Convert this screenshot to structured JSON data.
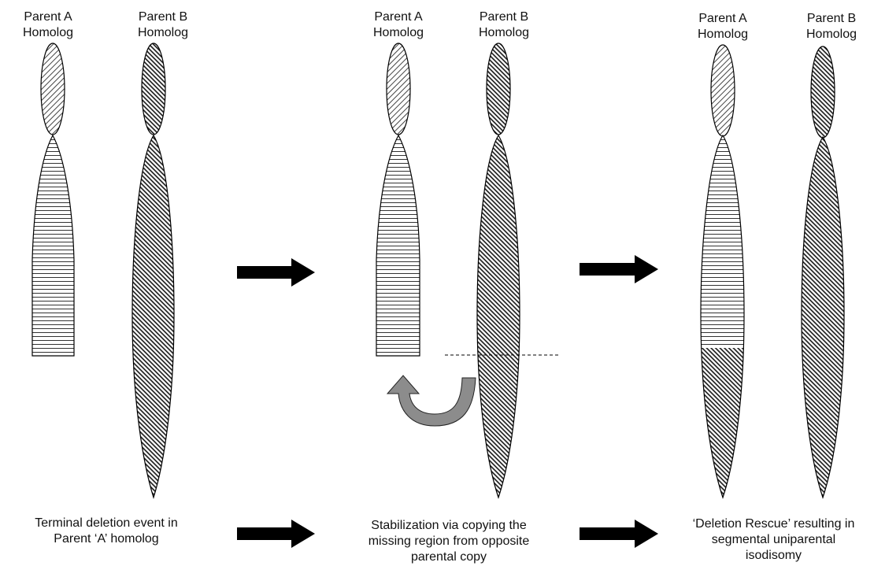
{
  "panels": [
    {
      "parent_a_label": [
        "Parent A",
        "Homolog"
      ],
      "parent_b_label": [
        "Parent B",
        "Homolog"
      ],
      "caption": [
        "Terminal deletion event in",
        "Parent ‘A’ homolog"
      ]
    },
    {
      "parent_a_label": [
        "Parent A",
        "Homolog"
      ],
      "parent_b_label": [
        "Parent B",
        "Homolog"
      ],
      "caption": [
        "Stabilization via copying the",
        "missing region from opposite",
        "parental copy"
      ]
    },
    {
      "parent_a_label": [
        "Parent A",
        "Homolog"
      ],
      "parent_b_label": [
        "Parent B",
        "Homolog"
      ],
      "caption": [
        "‘Deletion Rescue’ resulting in",
        "segmental uniparental",
        "isodisomy"
      ]
    }
  ],
  "colors": {
    "arrow": "#000000",
    "curved_arrow": "#8c8c8c",
    "hatch": "#222222"
  }
}
